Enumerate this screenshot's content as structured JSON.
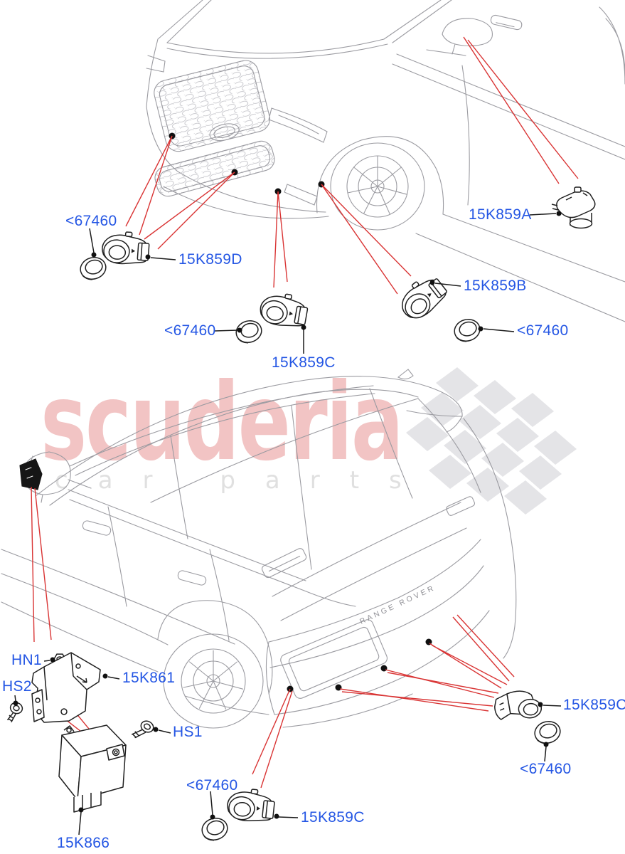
{
  "watermark": {
    "brand": "scuderia",
    "subtitle": "car parts"
  },
  "rear_vehicle_badge": "RANGE ROVER",
  "colors": {
    "label_blue": "#2456e4",
    "leader_red": "#d93434",
    "vehicle_line_gray": "#9b9ba1",
    "part_line_black": "#1f1f1f",
    "watermark_pink": "#f2c4c4",
    "watermark_gray": "#e0e0e0",
    "flag_gray": "#e4e4e7"
  },
  "labels": {
    "bezel_front_d": "<67460",
    "sensor_front_d": "15K859D",
    "sensor_front_a": "15K859A",
    "sensor_front_b": "15K859B",
    "bezel_front_b": "<67460",
    "bezel_front_c": "<67460",
    "sensor_front_c": "15K859C",
    "nut_hn1": "HN1",
    "bracket": "15K861",
    "screw_hs2": "HS2",
    "screw_hs1": "HS1",
    "module": "15K866",
    "sensor_rear_corner": "15K859C",
    "bezel_rear_corner": "<67460",
    "bezel_rear_center": "<67460",
    "sensor_rear_center": "15K859C"
  }
}
